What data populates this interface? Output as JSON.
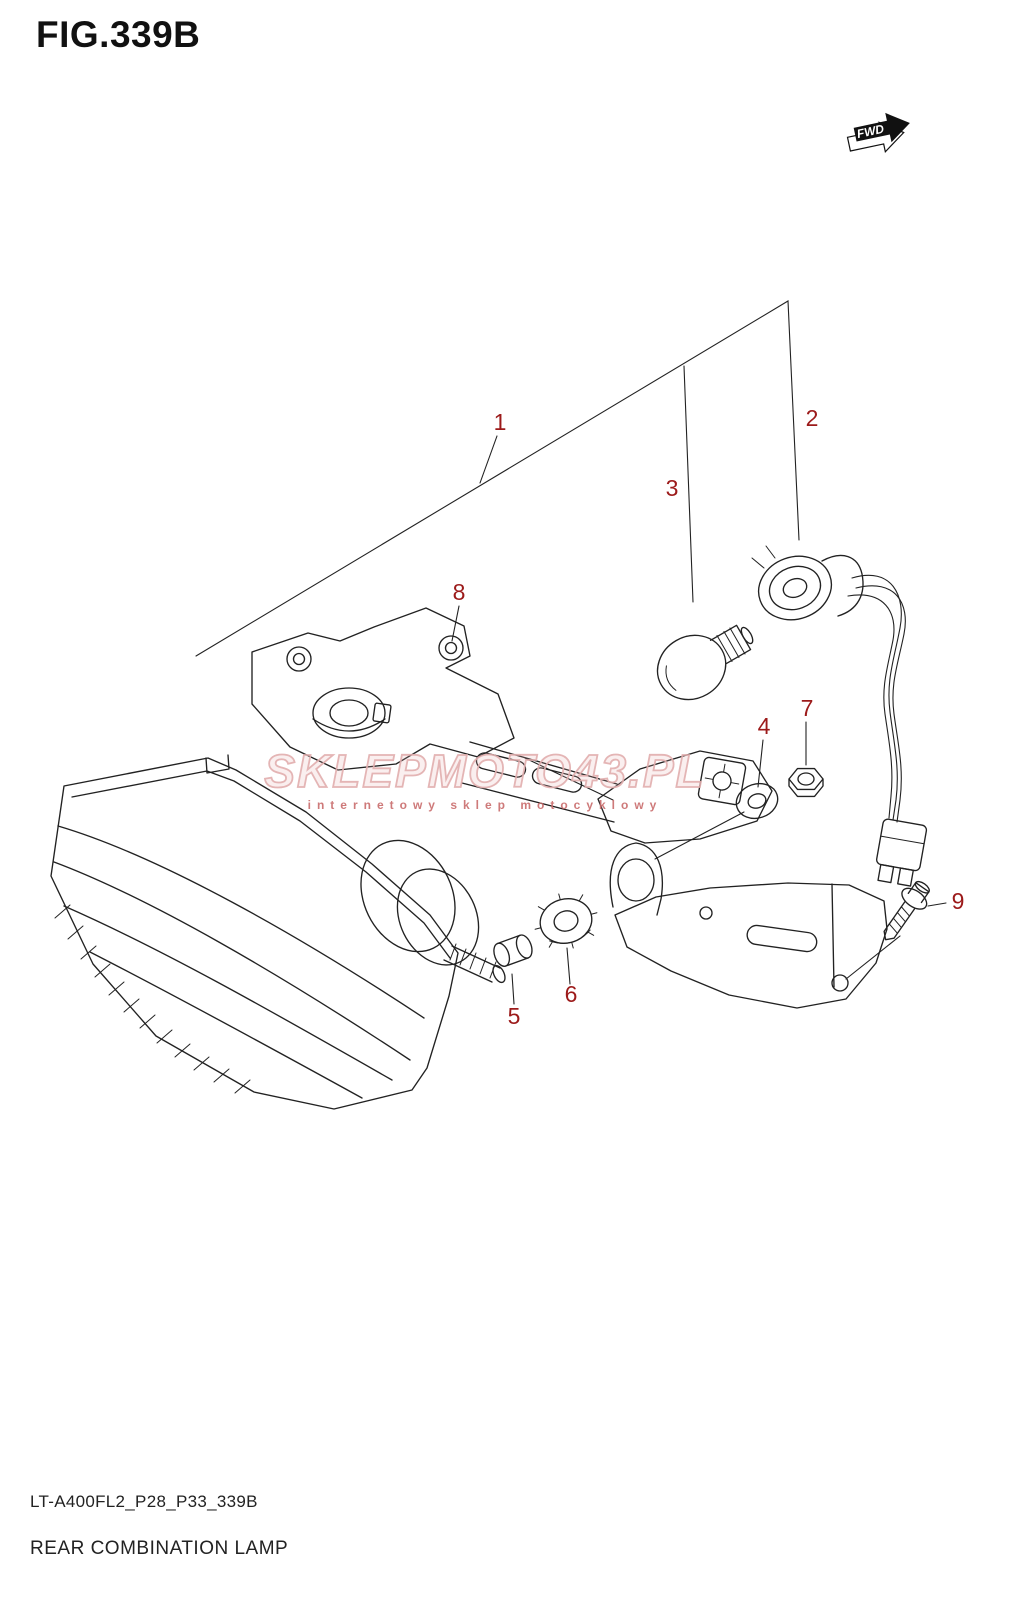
{
  "header": {
    "figure_label": "FIG.339B"
  },
  "direction_indicator": {
    "label": "FWD"
  },
  "watermark": {
    "title": "SKLEPMOTO43.PL",
    "subtitle": "internetowy sklep motocyklowy"
  },
  "footer": {
    "part_code": "LT-A400FL2_P28_P33_339B",
    "diagram_title": "REAR COMBINATION LAMP"
  },
  "callouts": [
    {
      "label": "1"
    },
    {
      "label": "2"
    },
    {
      "label": "3"
    },
    {
      "label": "4"
    },
    {
      "label": "5"
    },
    {
      "label": "6"
    },
    {
      "label": "7"
    },
    {
      "label": "8"
    },
    {
      "label": "9"
    }
  ],
  "colors": {
    "line": "#222222",
    "callout": "#9c1a1a",
    "watermark_outline": "#e2aeae",
    "watermark_text": "#c96c6c",
    "arrow": "#111111"
  }
}
